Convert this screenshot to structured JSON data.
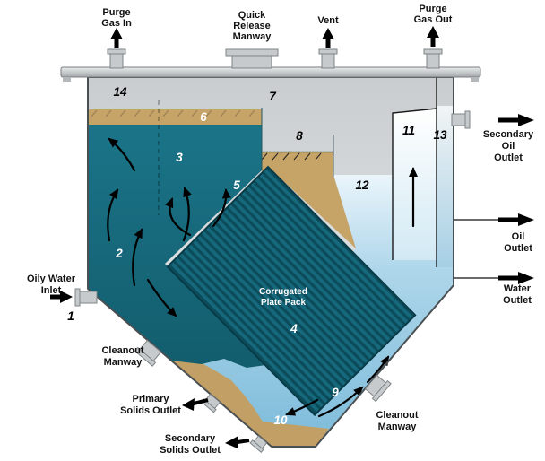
{
  "palette": {
    "teal": "#16697C",
    "light_blue": "#9CCDE6",
    "tan": "#C6A468",
    "steel_gray": "#C9CDCF"
  },
  "labels": {
    "purge_gas_in": [
      "Purge",
      "Gas In"
    ],
    "quick_release_manway": [
      "Quick",
      "Release",
      "Manway"
    ],
    "vent": "Vent",
    "purge_gas_out": [
      "Purge",
      "Gas Out"
    ],
    "secondary_oil_outlet": [
      "Secondary",
      "Oil",
      "Outlet"
    ],
    "oil_outlet": [
      "Oil",
      "Outlet"
    ],
    "water_outlet": [
      "Water",
      "Outlet"
    ],
    "oily_water_inlet": [
      "Oily Water",
      "Inlet"
    ],
    "cleanout_manway_left": [
      "Cleanout",
      "Manway"
    ],
    "primary_solids_outlet": [
      "Primary",
      "Solids Outlet"
    ],
    "secondary_solids_outlet": [
      "Secondary",
      "Solids Outlet"
    ],
    "cleanout_manway_right": [
      "Cleanout",
      "Manway"
    ],
    "plate_pack": [
      "Corrugated",
      "Plate Pack"
    ]
  },
  "markers": {
    "m1": "1",
    "m2": "2",
    "m3": "3",
    "m4": "4",
    "m5": "5",
    "m6": "6",
    "m7": "7",
    "m8": "8",
    "m9": "9",
    "m10": "10",
    "m11": "11",
    "m12": "12",
    "m13": "13",
    "m14": "14"
  }
}
